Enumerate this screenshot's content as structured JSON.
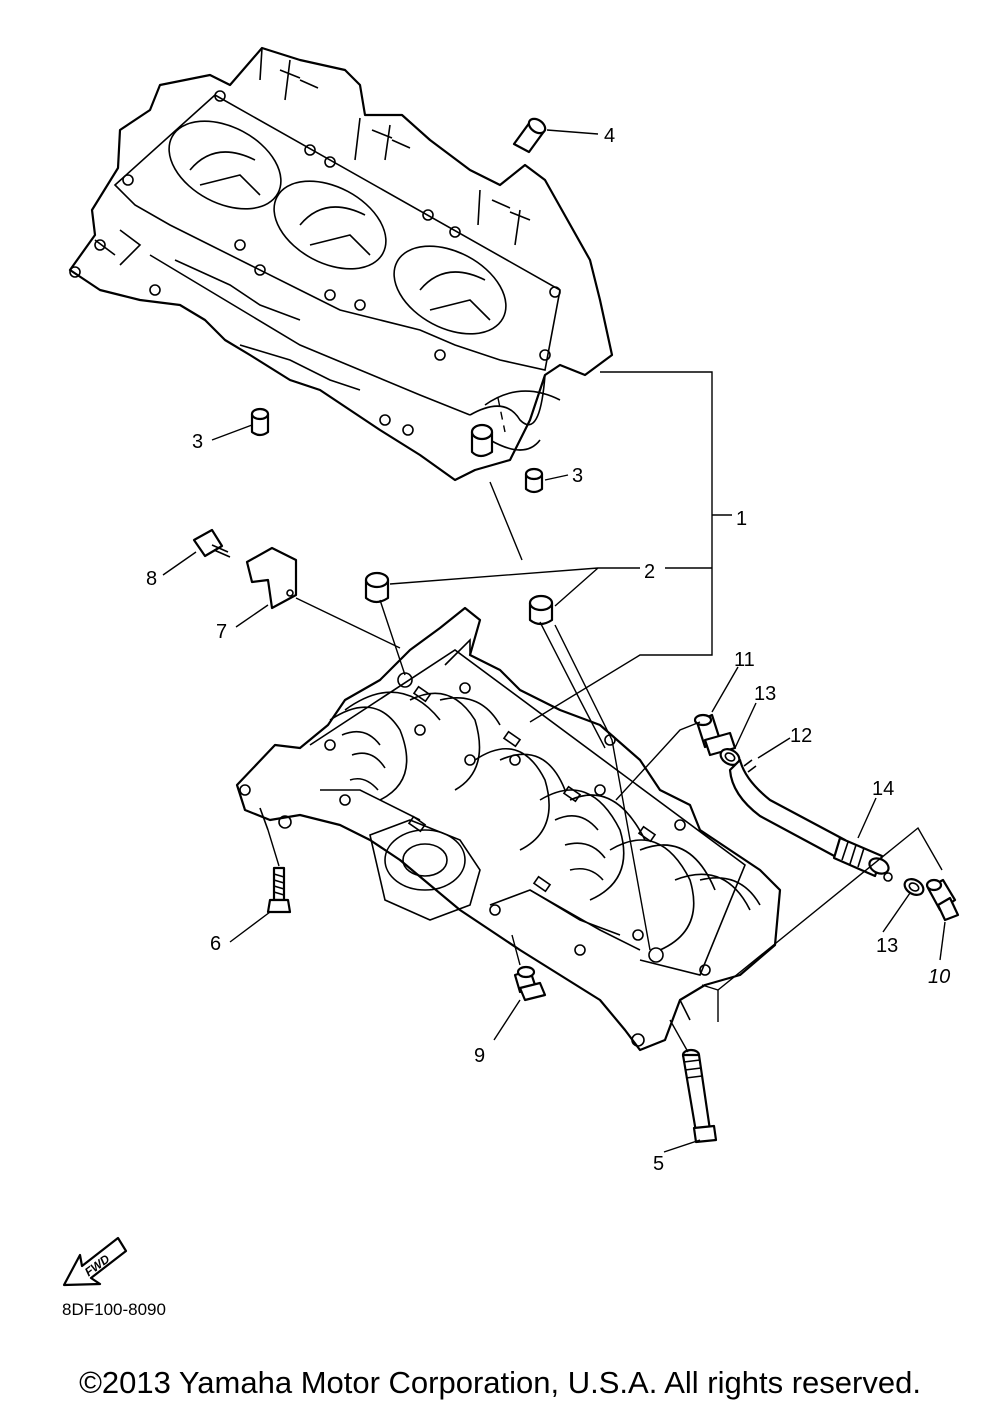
{
  "diagram": {
    "callouts": [
      {
        "id": "c1",
        "text": "1"
      },
      {
        "id": "c2",
        "text": "2"
      },
      {
        "id": "c3a",
        "text": "3"
      },
      {
        "id": "c3b",
        "text": "3"
      },
      {
        "id": "c4",
        "text": "4"
      },
      {
        "id": "c5",
        "text": "5"
      },
      {
        "id": "c6",
        "text": "6"
      },
      {
        "id": "c7",
        "text": "7"
      },
      {
        "id": "c8",
        "text": "8"
      },
      {
        "id": "c9",
        "text": "9"
      },
      {
        "id": "c10",
        "text": "10"
      },
      {
        "id": "c11",
        "text": "11"
      },
      {
        "id": "c12",
        "text": "12"
      },
      {
        "id": "c13a",
        "text": "13"
      },
      {
        "id": "c13b",
        "text": "13"
      },
      {
        "id": "c14",
        "text": "14"
      }
    ],
    "fwd_label": "FWD",
    "diagram_code": "8DF100-8090"
  },
  "footer": {
    "copyright": "©2013 Yamaha Motor Corporation, U.S.A. All rights reserved."
  }
}
